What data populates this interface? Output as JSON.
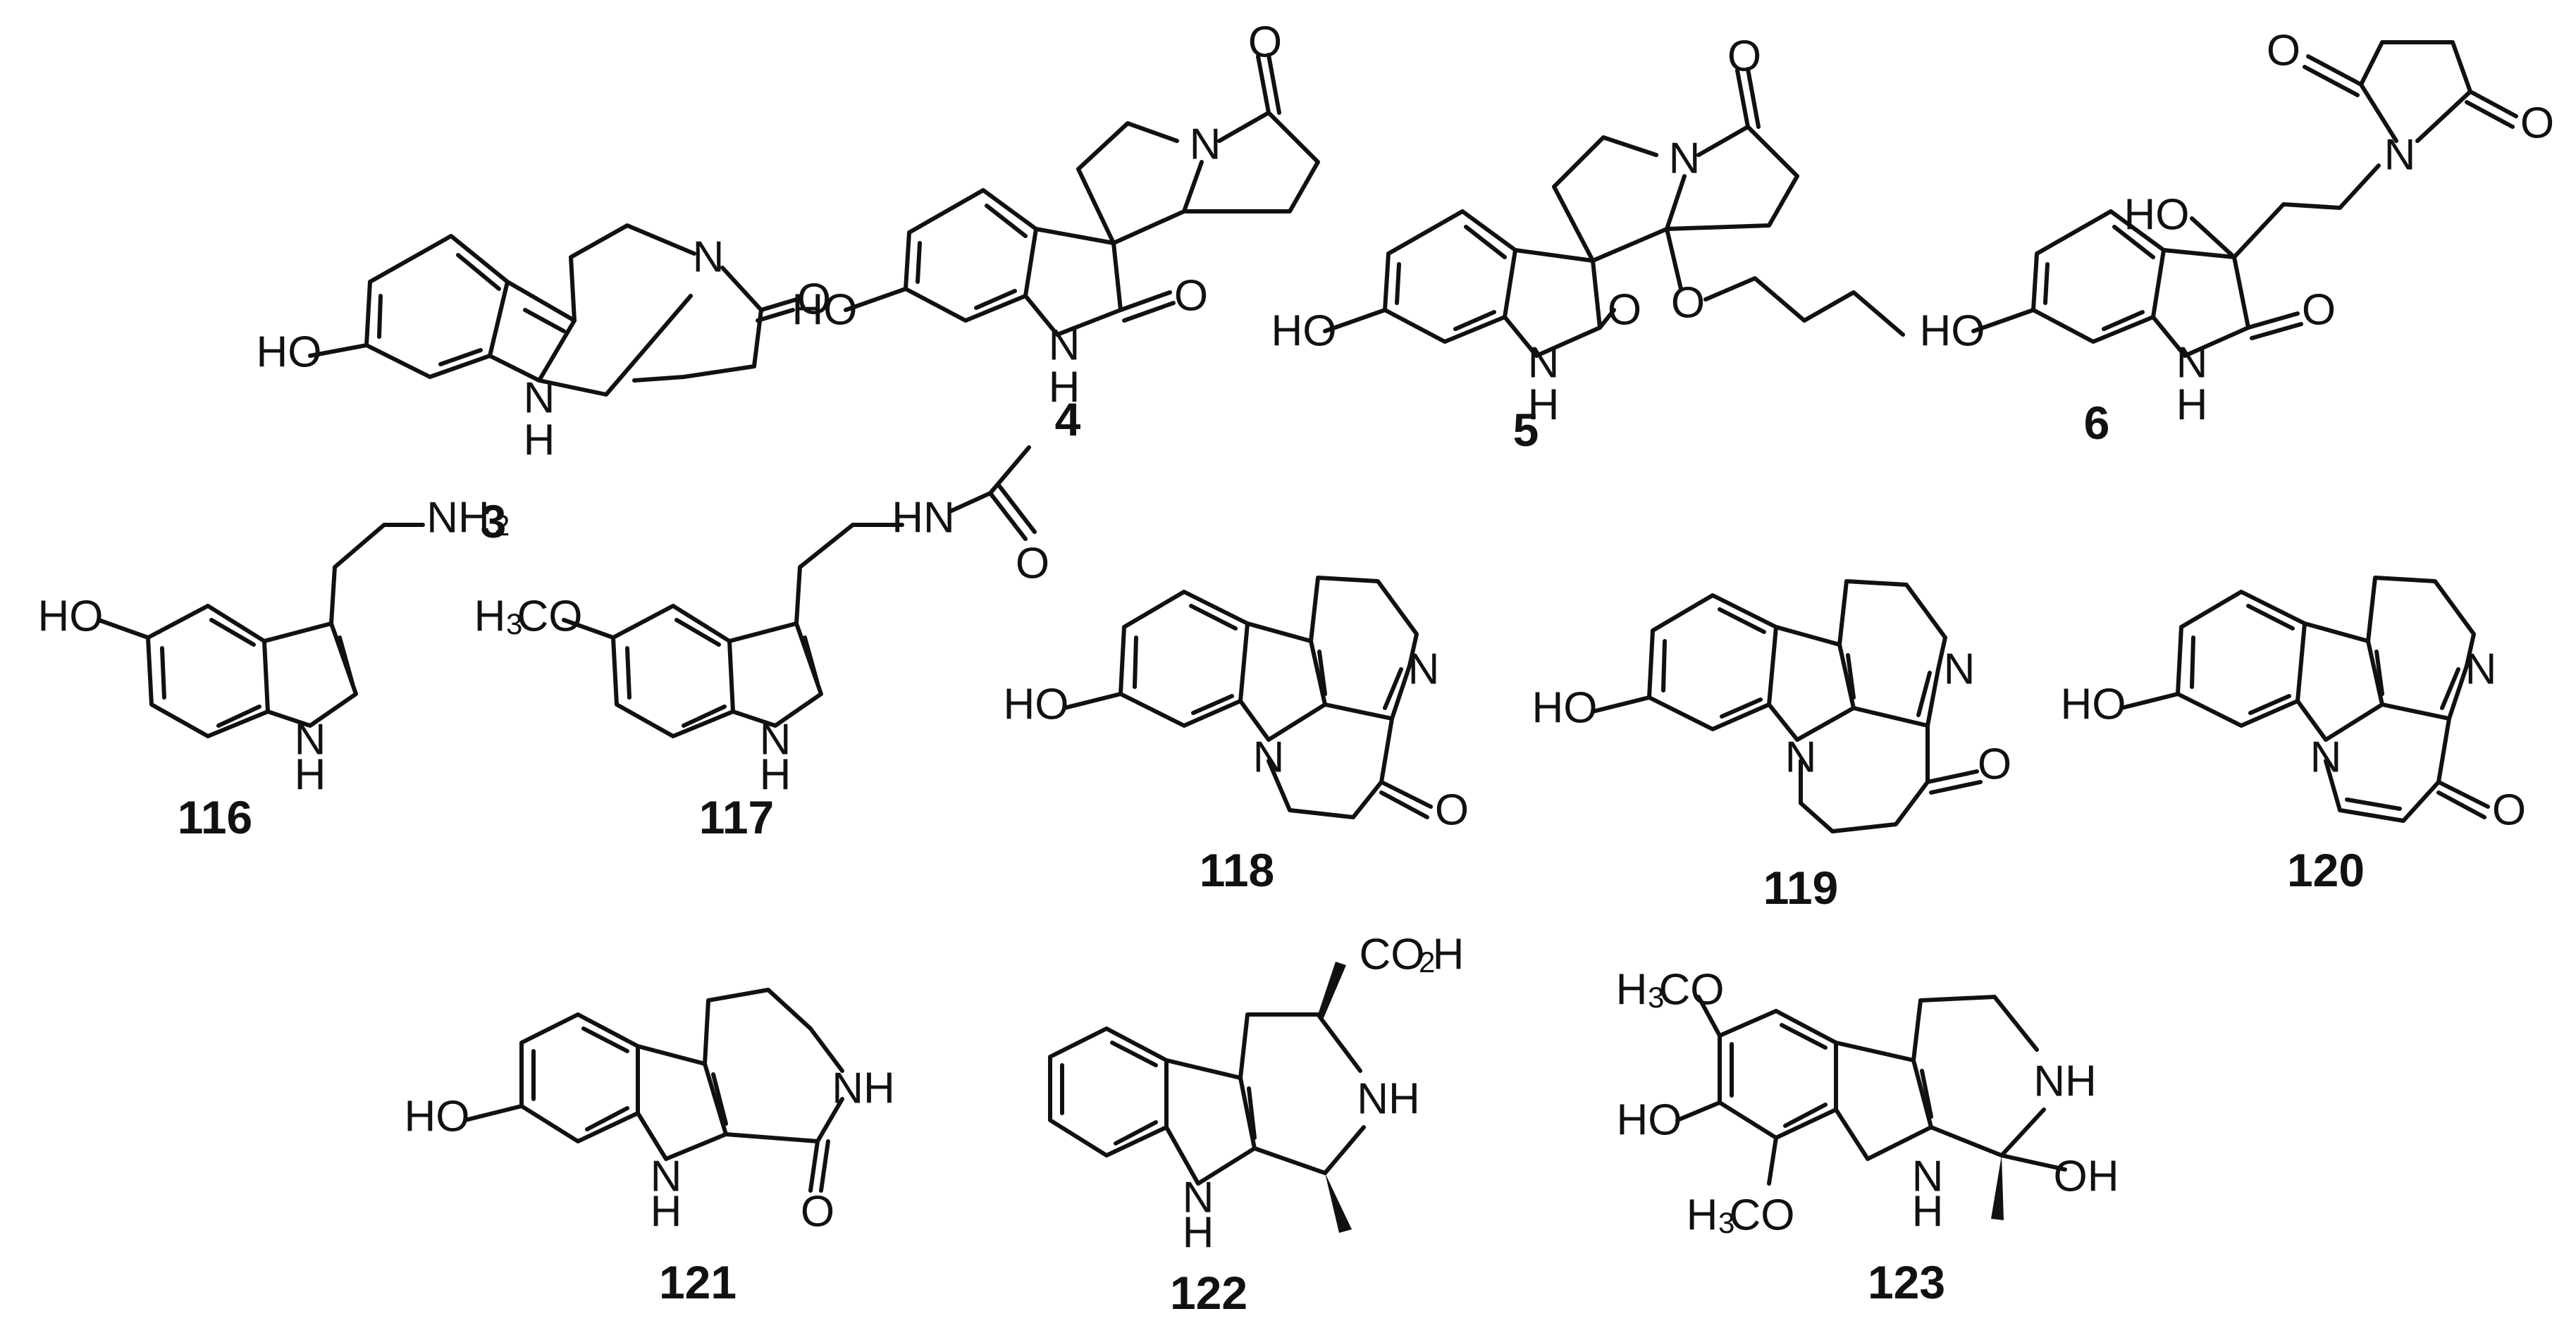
{
  "figure": {
    "compounds": [
      {
        "id": "3",
        "labels": [
          "HO",
          "N",
          "O",
          "N",
          "H"
        ]
      },
      {
        "id": "4",
        "labels": [
          "HO",
          "N",
          "O",
          "O",
          "N",
          "H"
        ]
      },
      {
        "id": "5",
        "labels": [
          "HO",
          "N",
          "O",
          "O",
          "O",
          "N",
          "H"
        ]
      },
      {
        "id": "6",
        "labels": [
          "HO",
          "HO",
          "N",
          "O",
          "O",
          "O",
          "N",
          "H"
        ]
      },
      {
        "id": "116",
        "labels": [
          "HO",
          "NH2",
          "N",
          "H"
        ]
      },
      {
        "id": "117",
        "labels": [
          "H3CO",
          "HN",
          "O",
          "N",
          "H"
        ]
      },
      {
        "id": "118",
        "labels": [
          "HO",
          "N",
          "N",
          "O"
        ]
      },
      {
        "id": "119",
        "labels": [
          "HO",
          "N",
          "N",
          "O"
        ]
      },
      {
        "id": "120",
        "labels": [
          "HO",
          "N",
          "N",
          "O"
        ]
      },
      {
        "id": "121",
        "labels": [
          "HO",
          "NH",
          "O",
          "N",
          "H"
        ]
      },
      {
        "id": "122",
        "labels": [
          "CO2H",
          "NH",
          "N",
          "H"
        ]
      },
      {
        "id": "123",
        "labels": [
          "H3CO",
          "HO",
          "H3CO",
          "NH",
          "OH",
          "N",
          "H"
        ]
      }
    ]
  },
  "text": {
    "ho": "HO",
    "n": "N",
    "o": "O",
    "h": "H",
    "nh": "NH",
    "hn": "HN",
    "oh": "OH",
    "nh2_main": "NH",
    "nh2_sub": "2",
    "h3co_h": "H",
    "h3co_3": "3",
    "h3co_co": "CO",
    "co2h_co": "CO",
    "co2h_2": "2",
    "co2h_h": "H",
    "id3": "3",
    "id4": "4",
    "id5": "5",
    "id6": "6",
    "id116": "116",
    "id117": "117",
    "id118": "118",
    "id119": "119",
    "id120": "120",
    "id121": "121",
    "id122": "122",
    "id123": "123"
  }
}
